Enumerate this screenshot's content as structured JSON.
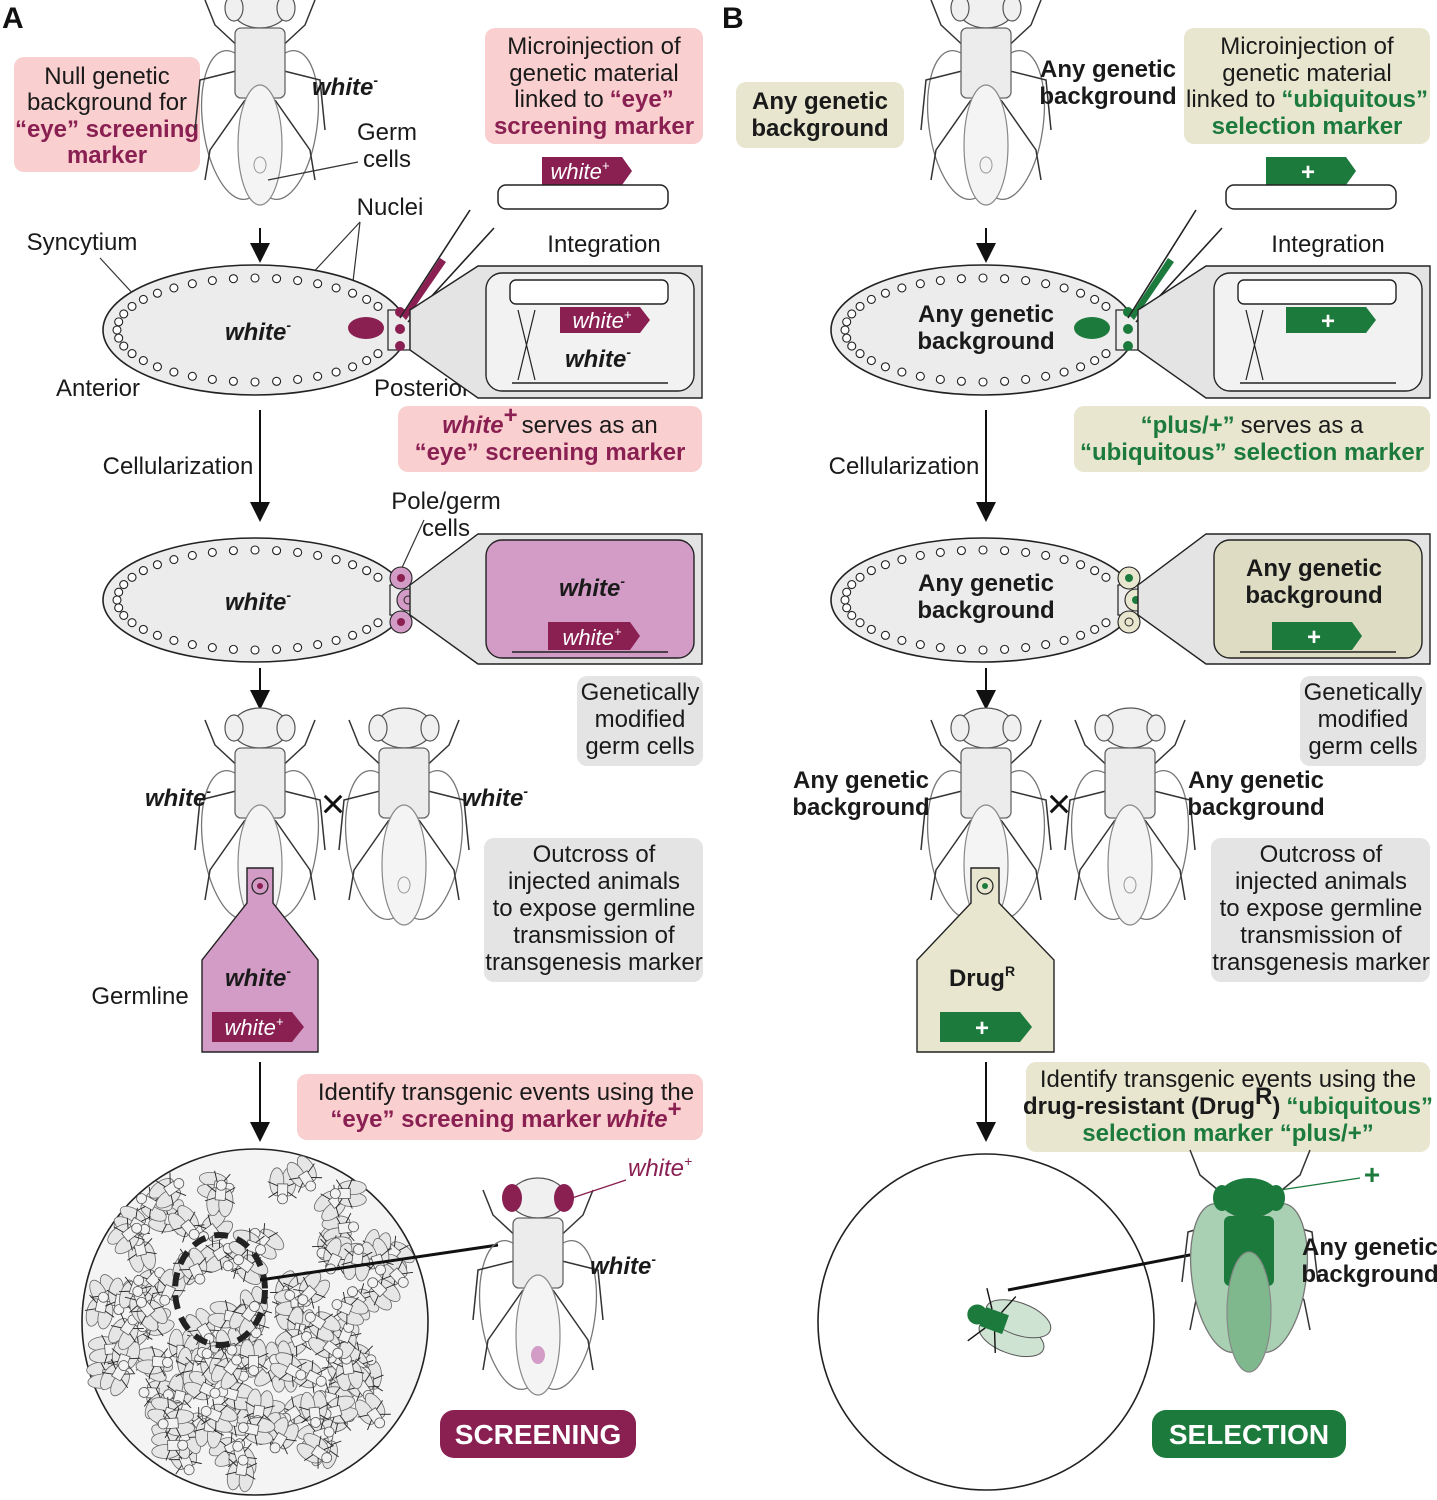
{
  "panels": {
    "a": {
      "label": "A",
      "null_bg": [
        "Null genetic",
        "background for"
      ],
      "null_bg_marker": [
        "“eye” screening",
        "marker"
      ],
      "white_minus": "white",
      "germ_cells": [
        "Germ",
        "cells"
      ],
      "nuclei": "Nuclei",
      "syncytium": "Syncytium",
      "anterior": "Anterior",
      "posterior": "Posterior",
      "microinjection": [
        "Microinjection of",
        "genetic material",
        "linked to"
      ],
      "microinjection_marker_quote": "“eye”",
      "microinjection_marker2": "screening marker",
      "white_plus": "white",
      "integration": "Integration",
      "serves_as": "serves as an",
      "serves_marker": "“eye” screening marker",
      "cellularization": "Cellularization",
      "pole_germ": [
        "Pole/germ",
        "cells"
      ],
      "gm_cells": [
        "Genetically",
        "modified",
        "germ cells"
      ],
      "outcross": [
        "Outcross of",
        "injected animals",
        "to expose germline",
        "transmission of",
        "transgenesis marker"
      ],
      "germline": "Germline",
      "identify": "Identify transgenic events using the",
      "identify_marker": "“eye” screening marker",
      "badge": "SCREENING"
    },
    "b": {
      "label": "B",
      "any_bg": [
        "Any genetic",
        "background"
      ],
      "microinjection": [
        "Microinjection of",
        "genetic material",
        "linked to"
      ],
      "ubiq_quote": "“ubiquitous”",
      "selection_marker": "selection marker",
      "integration": "Integration",
      "plus_sign": "+",
      "serves_plus": "“plus/+”",
      "serves_as": "serves as a",
      "serves_marker": "“ubiquitous” selection marker",
      "cellularization": "Cellularization",
      "gm_cells": [
        "Genetically",
        "modified",
        "germ cells"
      ],
      "outcross": [
        "Outcross of",
        "injected animals",
        "to expose germline",
        "transmission of",
        "transgenesis marker"
      ],
      "drug": "Drug",
      "drug_sup": "R",
      "identify": "Identify transgenic events using the",
      "identify_drug": "drug-resistant (Drug",
      "identify_drug_end": ")",
      "identify_ubiq": "“ubiquitous”",
      "identify_sel": "selection marker “plus/+”",
      "badge": "SELECTION"
    }
  },
  "colors": {
    "magenta": "#8a1f52",
    "green": "#1b7a3c",
    "pink_box": "#f9cfcf",
    "olive_box": "#e8e6cf",
    "grey_box": "#e4e4e4",
    "pole_pink": "#d29cc6"
  }
}
